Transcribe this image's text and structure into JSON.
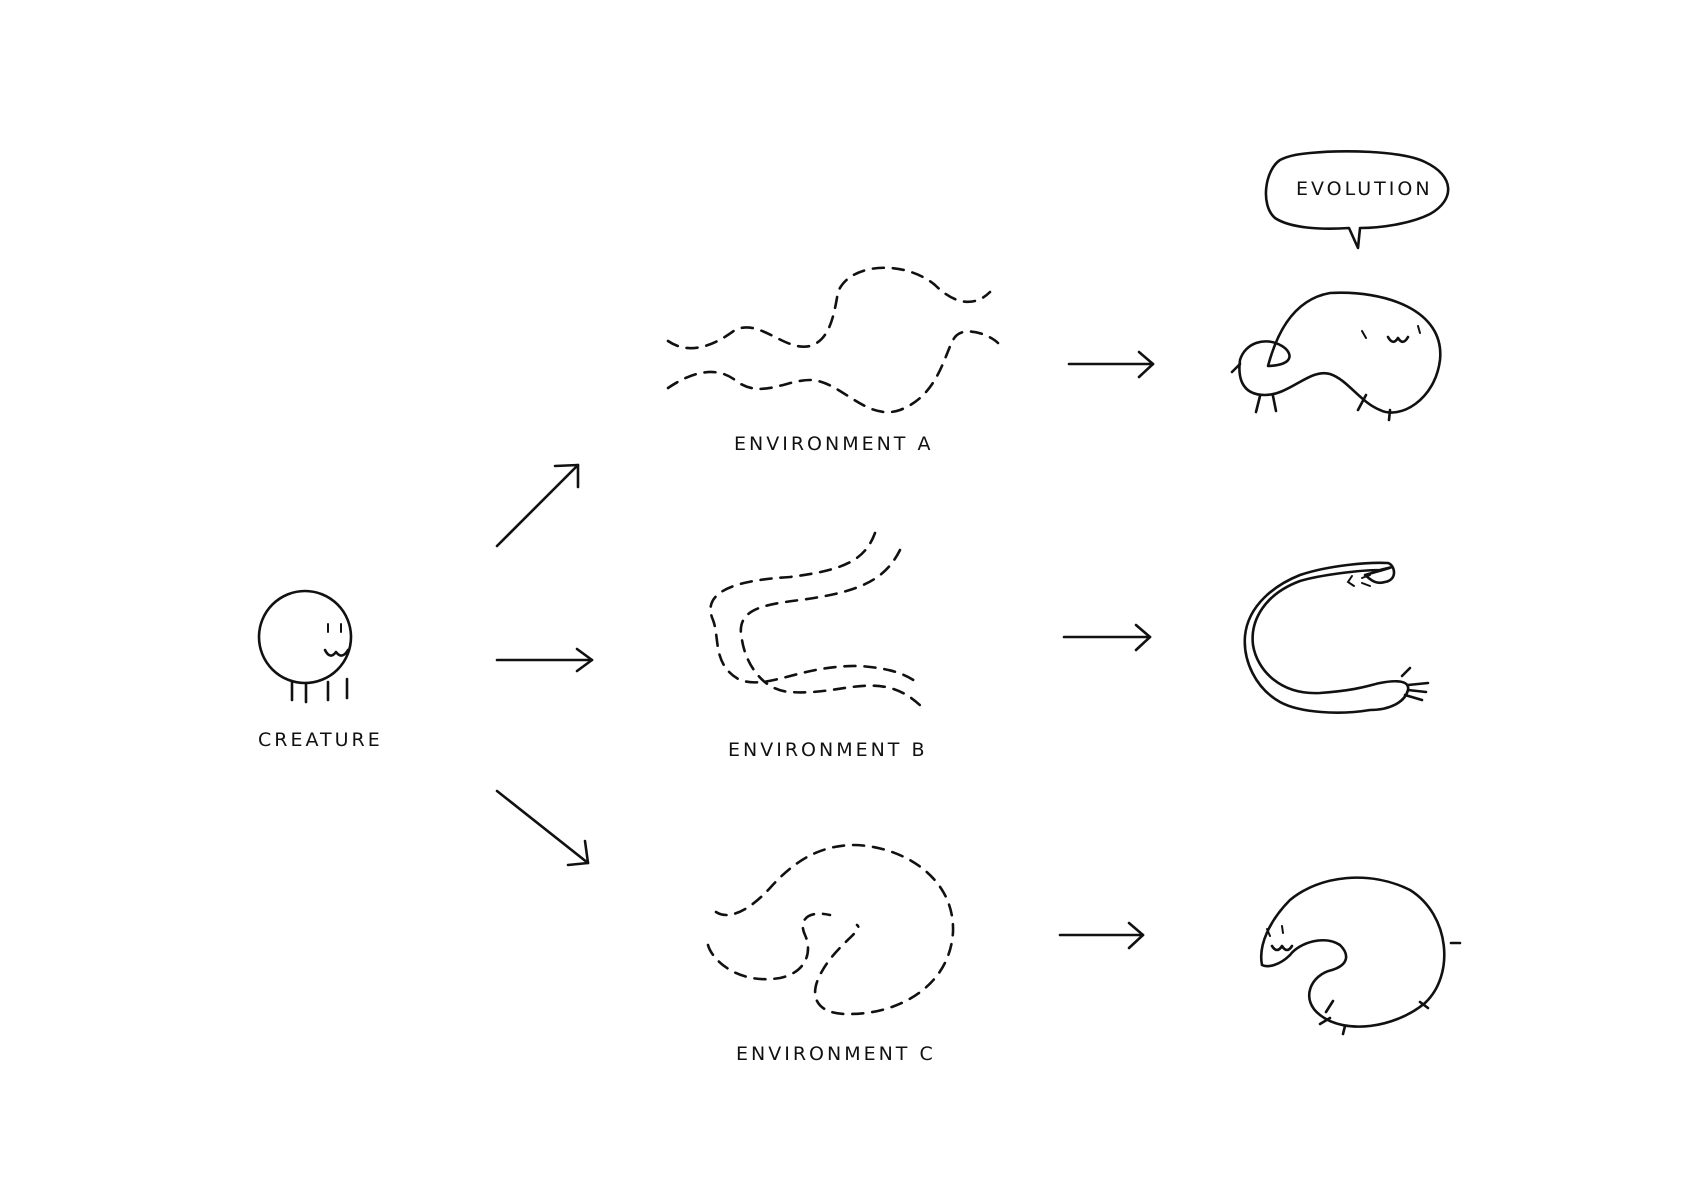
{
  "diagram": {
    "creature_label": "CREATURE",
    "environments": [
      {
        "label": "ENVIRONMENT A"
      },
      {
        "label": "ENVIRONMENT B"
      },
      {
        "label": "ENVIRONMENT C"
      }
    ],
    "speech_bubble_text": "EVOLUTION"
  },
  "colors": {
    "ink": "#111111",
    "background": "#ffffff"
  }
}
